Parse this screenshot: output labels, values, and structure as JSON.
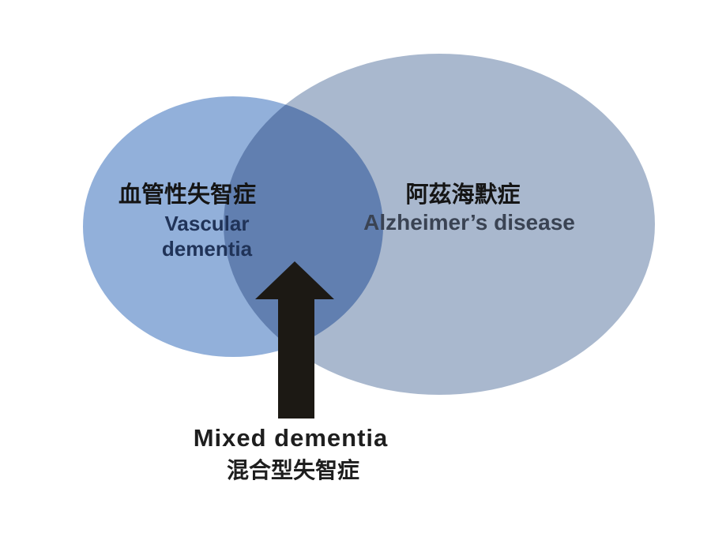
{
  "diagram": {
    "type": "venn",
    "sets": [
      {
        "id": "vascular-dementia",
        "label_zh": "血管性失智症",
        "label_en_line1": "Vascular",
        "label_en_line2": "dementia",
        "color": "#92b0da"
      },
      {
        "id": "alzheimers-disease",
        "label_zh": "阿茲海默症",
        "label_en": "Alzheimer’s disease",
        "color": "#a9b8ce"
      }
    ],
    "intersection": {
      "id": "mixed-dementia",
      "label_en": "Mixed dementia",
      "label_zh": "混合型失智症",
      "color": "#6080b1",
      "pointer": "up-arrow"
    }
  },
  "colors": {
    "set_left": "#92b0da",
    "set_right": "#a9b8ce",
    "overlap": "#6080b1",
    "arrow": "#1c1914",
    "text_dark": "#151515",
    "text_navy": "#203358",
    "text_slate": "#3a4353",
    "text_black": "#1e1e1e",
    "background": "#ffffff"
  }
}
